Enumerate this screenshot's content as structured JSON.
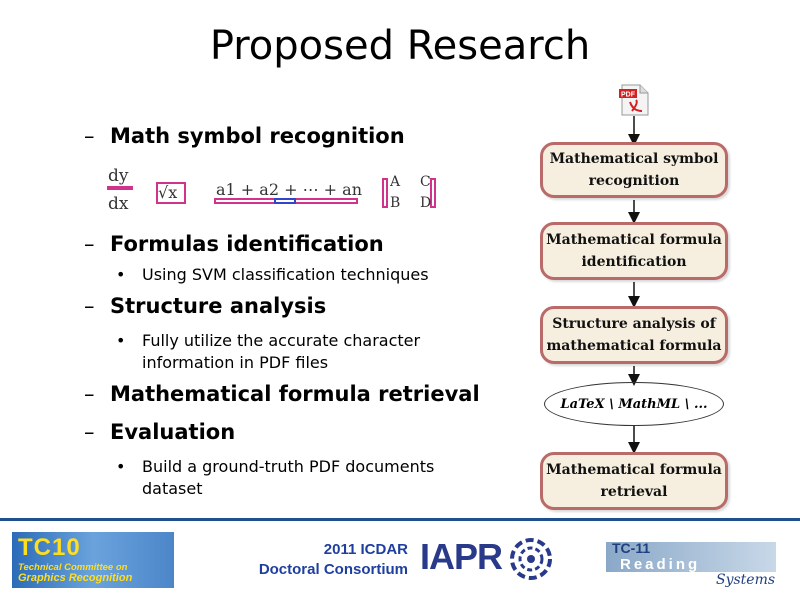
{
  "title": "Proposed Research",
  "items": [
    {
      "label": "Math symbol recognition"
    },
    {
      "label": "Formulas identification",
      "sub": [
        "Using SVM classification techniques"
      ]
    },
    {
      "label": "Structure analysis",
      "sub": [
        "Fully utilize the accurate character information in PDF files"
      ]
    },
    {
      "label": "Mathematical formula retrieval"
    },
    {
      "label": "Evaluation",
      "sub": [
        "Build a ground-truth PDF documents dataset"
      ]
    }
  ],
  "dash": "–",
  "bullet": "•",
  "math": {
    "frac_num": "dy",
    "frac_den": "dx",
    "sqrt": "√x",
    "sum": "a1 + a2 + ⋯ + an",
    "a": "A",
    "b": "B",
    "c": "C",
    "d": "D"
  },
  "flow": {
    "pdf_icon": "pdf-file-icon",
    "box1": "Mathematical symbol recognition",
    "box2": "Mathematical formula identification",
    "box3": "Structure analysis of mathematical formula",
    "oval": "LaTeX \\ MathML \\ ...",
    "box4": "Mathematical formula retrieval"
  },
  "footer": {
    "tc10_big": "TC10",
    "tc10_line1": "Technical Committee on",
    "tc10_line2": "Graphics Recognition",
    "conf_line1": "2011 ICDAR",
    "conf_line2": "Doctoral Consortium",
    "iapr": "IAPR",
    "tc11": "TC-11",
    "tc11_reading": "Reading",
    "tc11_systems": "Systems"
  },
  "colors": {
    "box_border": "#b86b68",
    "box_fill": "#f6efe0",
    "math_highlight": "#d0338a",
    "footer_blue": "#1f4f8f"
  }
}
